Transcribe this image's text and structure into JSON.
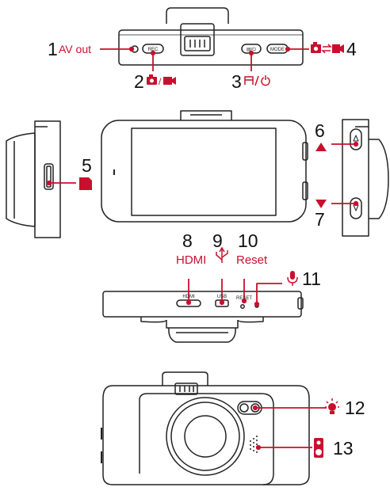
{
  "callouts": [
    {
      "number": "1",
      "label": "AV out"
    },
    {
      "number": "2",
      "icon": "camera-video-icon"
    },
    {
      "number": "3",
      "icon": "menu-power-icon"
    },
    {
      "number": "4",
      "icon": "mode-switch-icon"
    },
    {
      "number": "5",
      "icon": "sd-card-icon"
    },
    {
      "number": "6",
      "icon": "up-arrow-icon"
    },
    {
      "number": "7",
      "icon": "down-arrow-icon"
    },
    {
      "number": "8",
      "label": "HDMI"
    },
    {
      "number": "9",
      "icon": "usb-icon"
    },
    {
      "number": "10",
      "label": "Reset"
    },
    {
      "number": "11",
      "icon": "microphone-icon"
    },
    {
      "number": "12",
      "icon": "led-light-icon"
    },
    {
      "number": "13",
      "icon": "speaker-icon"
    }
  ],
  "device_labels": {
    "rec_button": "REC",
    "menu_button": "▤/⏻",
    "mode_button": "MODE",
    "hdmi_port": "HDMI",
    "usb_port": "USB",
    "reset_hole": "RESET"
  },
  "colors": {
    "accent": "#c8102e",
    "line": "#222222",
    "device_fill": "#ffffff"
  }
}
